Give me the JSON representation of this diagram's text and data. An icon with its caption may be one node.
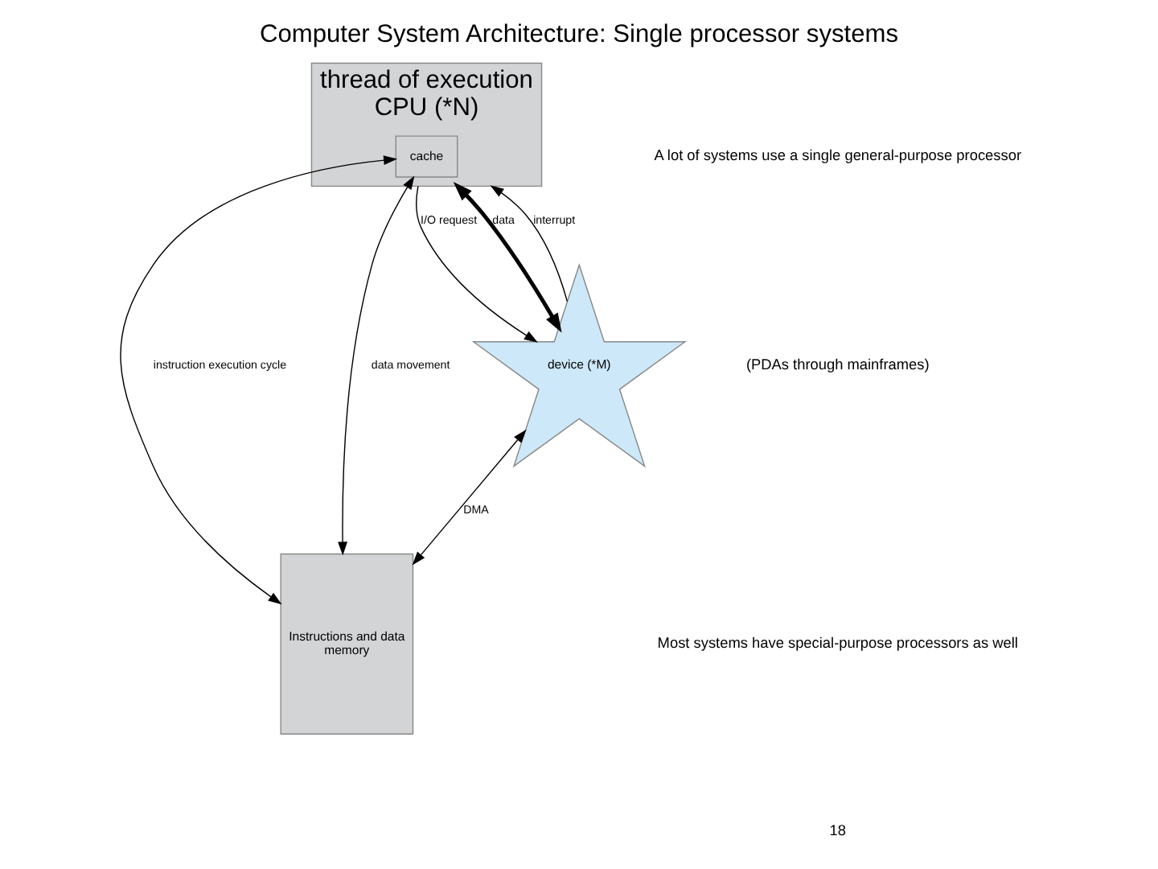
{
  "diagram": {
    "title": "Computer System Architecture: Single processor systems",
    "nodes": [
      {
        "text": [
          "thread of execution",
          "CPU (*N)"
        ]
      },
      {
        "text": [
          "cache"
        ],
        "in": 0
      },
      {
        "text": [
          "Instructions and data",
          "memory"
        ]
      },
      {
        "text": [
          "device (*M)"
        ]
      }
    ],
    "edges": [
      {
        "from": 1,
        "to": 2,
        "arrow": "both",
        "label": "instruction execution cycle"
      },
      {
        "from": 1,
        "to": 2,
        "arrow": "both",
        "label": "data movement"
      },
      {
        "from": 0,
        "to": 3,
        "arrow": "to",
        "label": "I/O request"
      },
      {
        "from": 0,
        "to": 3,
        "arrow": "both",
        "label": "data",
        "style": "thick"
      },
      {
        "from": 3,
        "to": 0,
        "arrow": "to",
        "label": "interrupt"
      },
      {
        "from": 3,
        "to": 2,
        "arrow": "both",
        "label": "DMA"
      }
    ],
    "labels": [
      "A lot of systems use a single general-purpose processor",
      "(PDAs through mainframes)",
      "Most systems have special-purpose processors as well",
      "18"
    ]
  }
}
